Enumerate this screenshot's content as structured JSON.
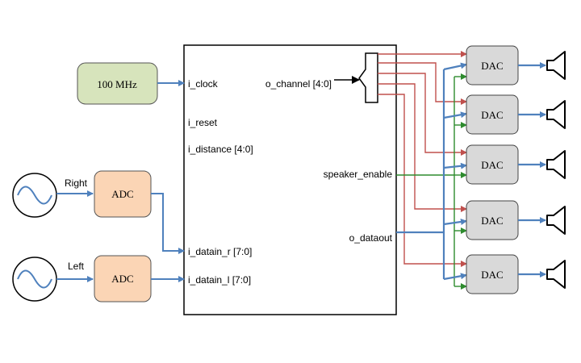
{
  "clock_source": {
    "label": "100 MHz"
  },
  "inputs": {
    "right": {
      "label": "Right",
      "adc_label": "ADC"
    },
    "left": {
      "label": "Left",
      "adc_label": "ADC"
    }
  },
  "module": {
    "ports_in": {
      "clock": "i_clock",
      "reset": "i_reset",
      "distance": "i_distance [4:0]",
      "datain_r": "i_datain_r [7:0]",
      "datain_l": "i_datain_l [7:0]"
    },
    "ports_out": {
      "channel": "o_channel [4:0]",
      "speaker_enable": "speaker_enable",
      "dataout": "o_dataout"
    }
  },
  "dacs": [
    {
      "label": "DAC"
    },
    {
      "label": "DAC"
    },
    {
      "label": "DAC"
    },
    {
      "label": "DAC"
    },
    {
      "label": "DAC"
    }
  ],
  "colors": {
    "data_wire": "#4f81bd",
    "channel_wire": "#c0504d",
    "enable_wire": "#2e8b2e",
    "clock_fill": "#d7e4bc",
    "adc_fill": "#fbd5b5",
    "dac_fill": "#d9d9d9"
  }
}
